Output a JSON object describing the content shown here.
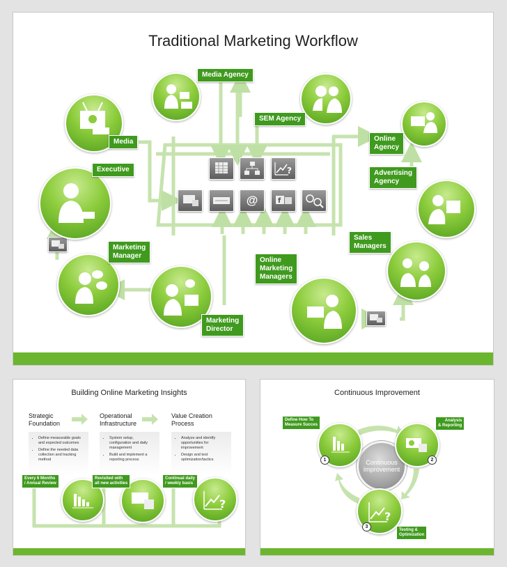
{
  "main_slide": {
    "title": "Traditional Marketing Workflow",
    "labels": {
      "media_agency": "Media Agency",
      "sem_agency": "SEM Agency",
      "media": "Media",
      "online_agency": "Online\nAgency",
      "executive": "Executive",
      "advertising_agency": "Advertising\nAgency",
      "marketing_manager": "Marketing\nManager",
      "sales_managers": "Sales\nManagers",
      "online_marketing_managers": "Online\nMarketing\nManagers",
      "marketing_director": "Marketing\nDirector"
    },
    "tile_glyphs": {
      "at": "@",
      "facebook": "f",
      "question": "?"
    },
    "colors": {
      "accent": "#3f9a1e",
      "bar": "#6cb52e",
      "arrow": "#bfe0a5",
      "tile": "#7a7a7a"
    }
  },
  "slide_insights": {
    "title": "Building Online Marketing Insights",
    "columns": [
      {
        "heading": "Strategic\nFoundation",
        "bullets": [
          "Define measurable goals and expected outcomes",
          "Define the needed data collection and tracking method"
        ],
        "tag": "Every 6 Months\n/ Annual Review"
      },
      {
        "heading": "Operational\nInfrastructure",
        "bullets": [
          "System setup, configuration and daily management",
          "Build and implement a reporting process"
        ],
        "tag": "Revisited with\nall new activities"
      },
      {
        "heading": "Value Creation\nProcess",
        "bullets": [
          "Analyze and identify opportunities for improvement",
          "Design and test optimization/tactics"
        ],
        "tag": "Continual daily\n/ weekly basis"
      }
    ]
  },
  "slide_improvement": {
    "title": "Continuous Improvement",
    "hub": "Continuous\nImprovement",
    "steps": [
      {
        "label": "Define How To\nMeasure Succes",
        "num": "1"
      },
      {
        "label": "Analysis\n& Reporting",
        "num": "2"
      },
      {
        "label": "Testing &\nOptimization",
        "num": "3"
      }
    ]
  }
}
